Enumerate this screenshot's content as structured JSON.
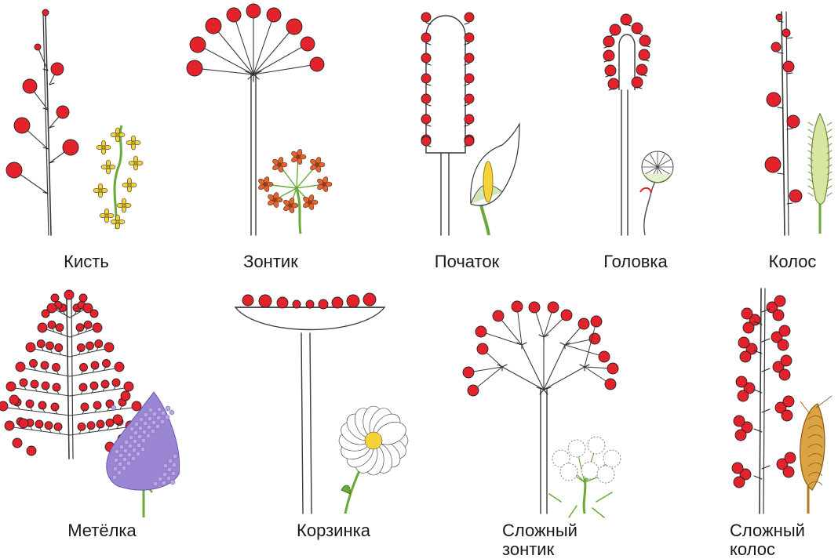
{
  "colors": {
    "berry": "#e3222c",
    "stem": "#3a3a3a",
    "leaf": "#6aa83a",
    "yellow_flower": "#f4d23a",
    "orange_flower": "#e8632a",
    "lilac": "#9b86d4",
    "wheat": "#d9a441",
    "white_flower": "#ffffff"
  },
  "items": [
    {
      "id": "kist",
      "caption": [
        "Кисть"
      ],
      "example_icon": "yellow-raceme-flower-icon"
    },
    {
      "id": "zontik",
      "caption": [
        "Зонтик"
      ],
      "example_icon": "orange-umbel-flower-icon"
    },
    {
      "id": "pochatok",
      "caption": [
        "Початок"
      ],
      "example_icon": "calla-spadix-icon"
    },
    {
      "id": "golovka",
      "caption": [
        "Головка"
      ],
      "example_icon": "clover-head-icon"
    },
    {
      "id": "kolos",
      "caption": [
        "Колос"
      ],
      "example_icon": "plantain-spike-icon"
    },
    {
      "id": "metelka",
      "caption": [
        "Метёлка"
      ],
      "example_icon": "lilac-panicle-icon"
    },
    {
      "id": "korzinka",
      "caption": [
        "Корзинка"
      ],
      "example_icon": "chamomile-icon"
    },
    {
      "id": "slozhny-zontik",
      "caption": [
        "Сложный",
        "зонтик"
      ],
      "example_icon": "compound-umbel-icon"
    },
    {
      "id": "slozhny-kolos",
      "caption": [
        "Сложный",
        "колос"
      ],
      "example_icon": "wheat-ear-icon"
    }
  ]
}
